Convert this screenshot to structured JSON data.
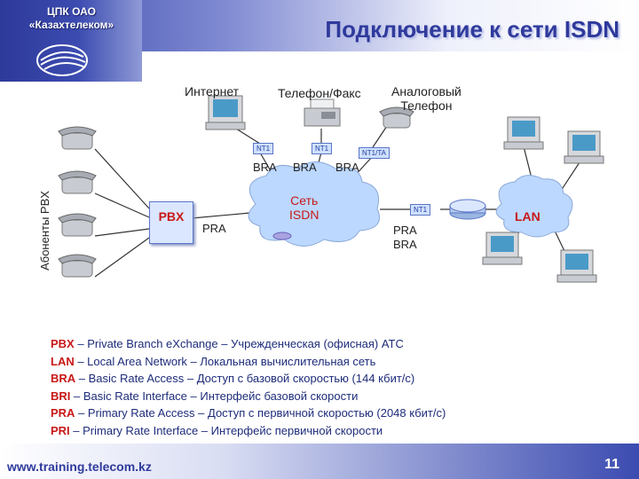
{
  "header": {
    "company_line1": "ЦПК ОАО",
    "company_line2": "«Казахтелеком»",
    "title": "Подключение к сети ISDN"
  },
  "diagram": {
    "internet": "Интернет",
    "phone_fax": "Телефон/Факс",
    "analog_line1": "Аналоговый",
    "analog_line2": "Телефон",
    "nt1_a": "NT1",
    "nt1_b": "NT1",
    "nt1_ta": "NT1/TA",
    "nt1_lan": "NT1",
    "bra_1": "BRA",
    "bra_2": "BRA",
    "bra_3": "BRA",
    "pbx": "PBX",
    "isdn_line1": "Сеть",
    "isdn_line2": "ISDN",
    "pra_left": "PRA",
    "pra_right": "PRA",
    "bra_right": "BRA",
    "lan": "LAN",
    "pbx_subscribers": "Абоненты PBX"
  },
  "legend": [
    {
      "key": "PBX",
      "text": " – Private Branch eXchange – Учрежденческая (офисная) АТС"
    },
    {
      "key": "LAN",
      "text": " – Local Area Network – Локальная вычислительная сеть"
    },
    {
      "key": "BRA",
      "text": " – Basic Rate Access – Доступ с базовой скоростью (144 кбит/с)"
    },
    {
      "key": "BRI",
      "text": " – Basic Rate Interface – Интерфейс базовой скорости"
    },
    {
      "key": "PRA",
      "text": " – Primary Rate Access – Доступ с первичной скоростью (2048 кбит/с)"
    },
    {
      "key": "PRI",
      "text": " – Primary Rate Interface – Интерфейс первичной скорости"
    }
  ],
  "footer": {
    "website": "www.training.telecom.kz",
    "page_number": "11"
  },
  "colors": {
    "brand_blue": "#2f3a9c",
    "key_red": "#c81818",
    "cloud": "#bcd8ff"
  }
}
